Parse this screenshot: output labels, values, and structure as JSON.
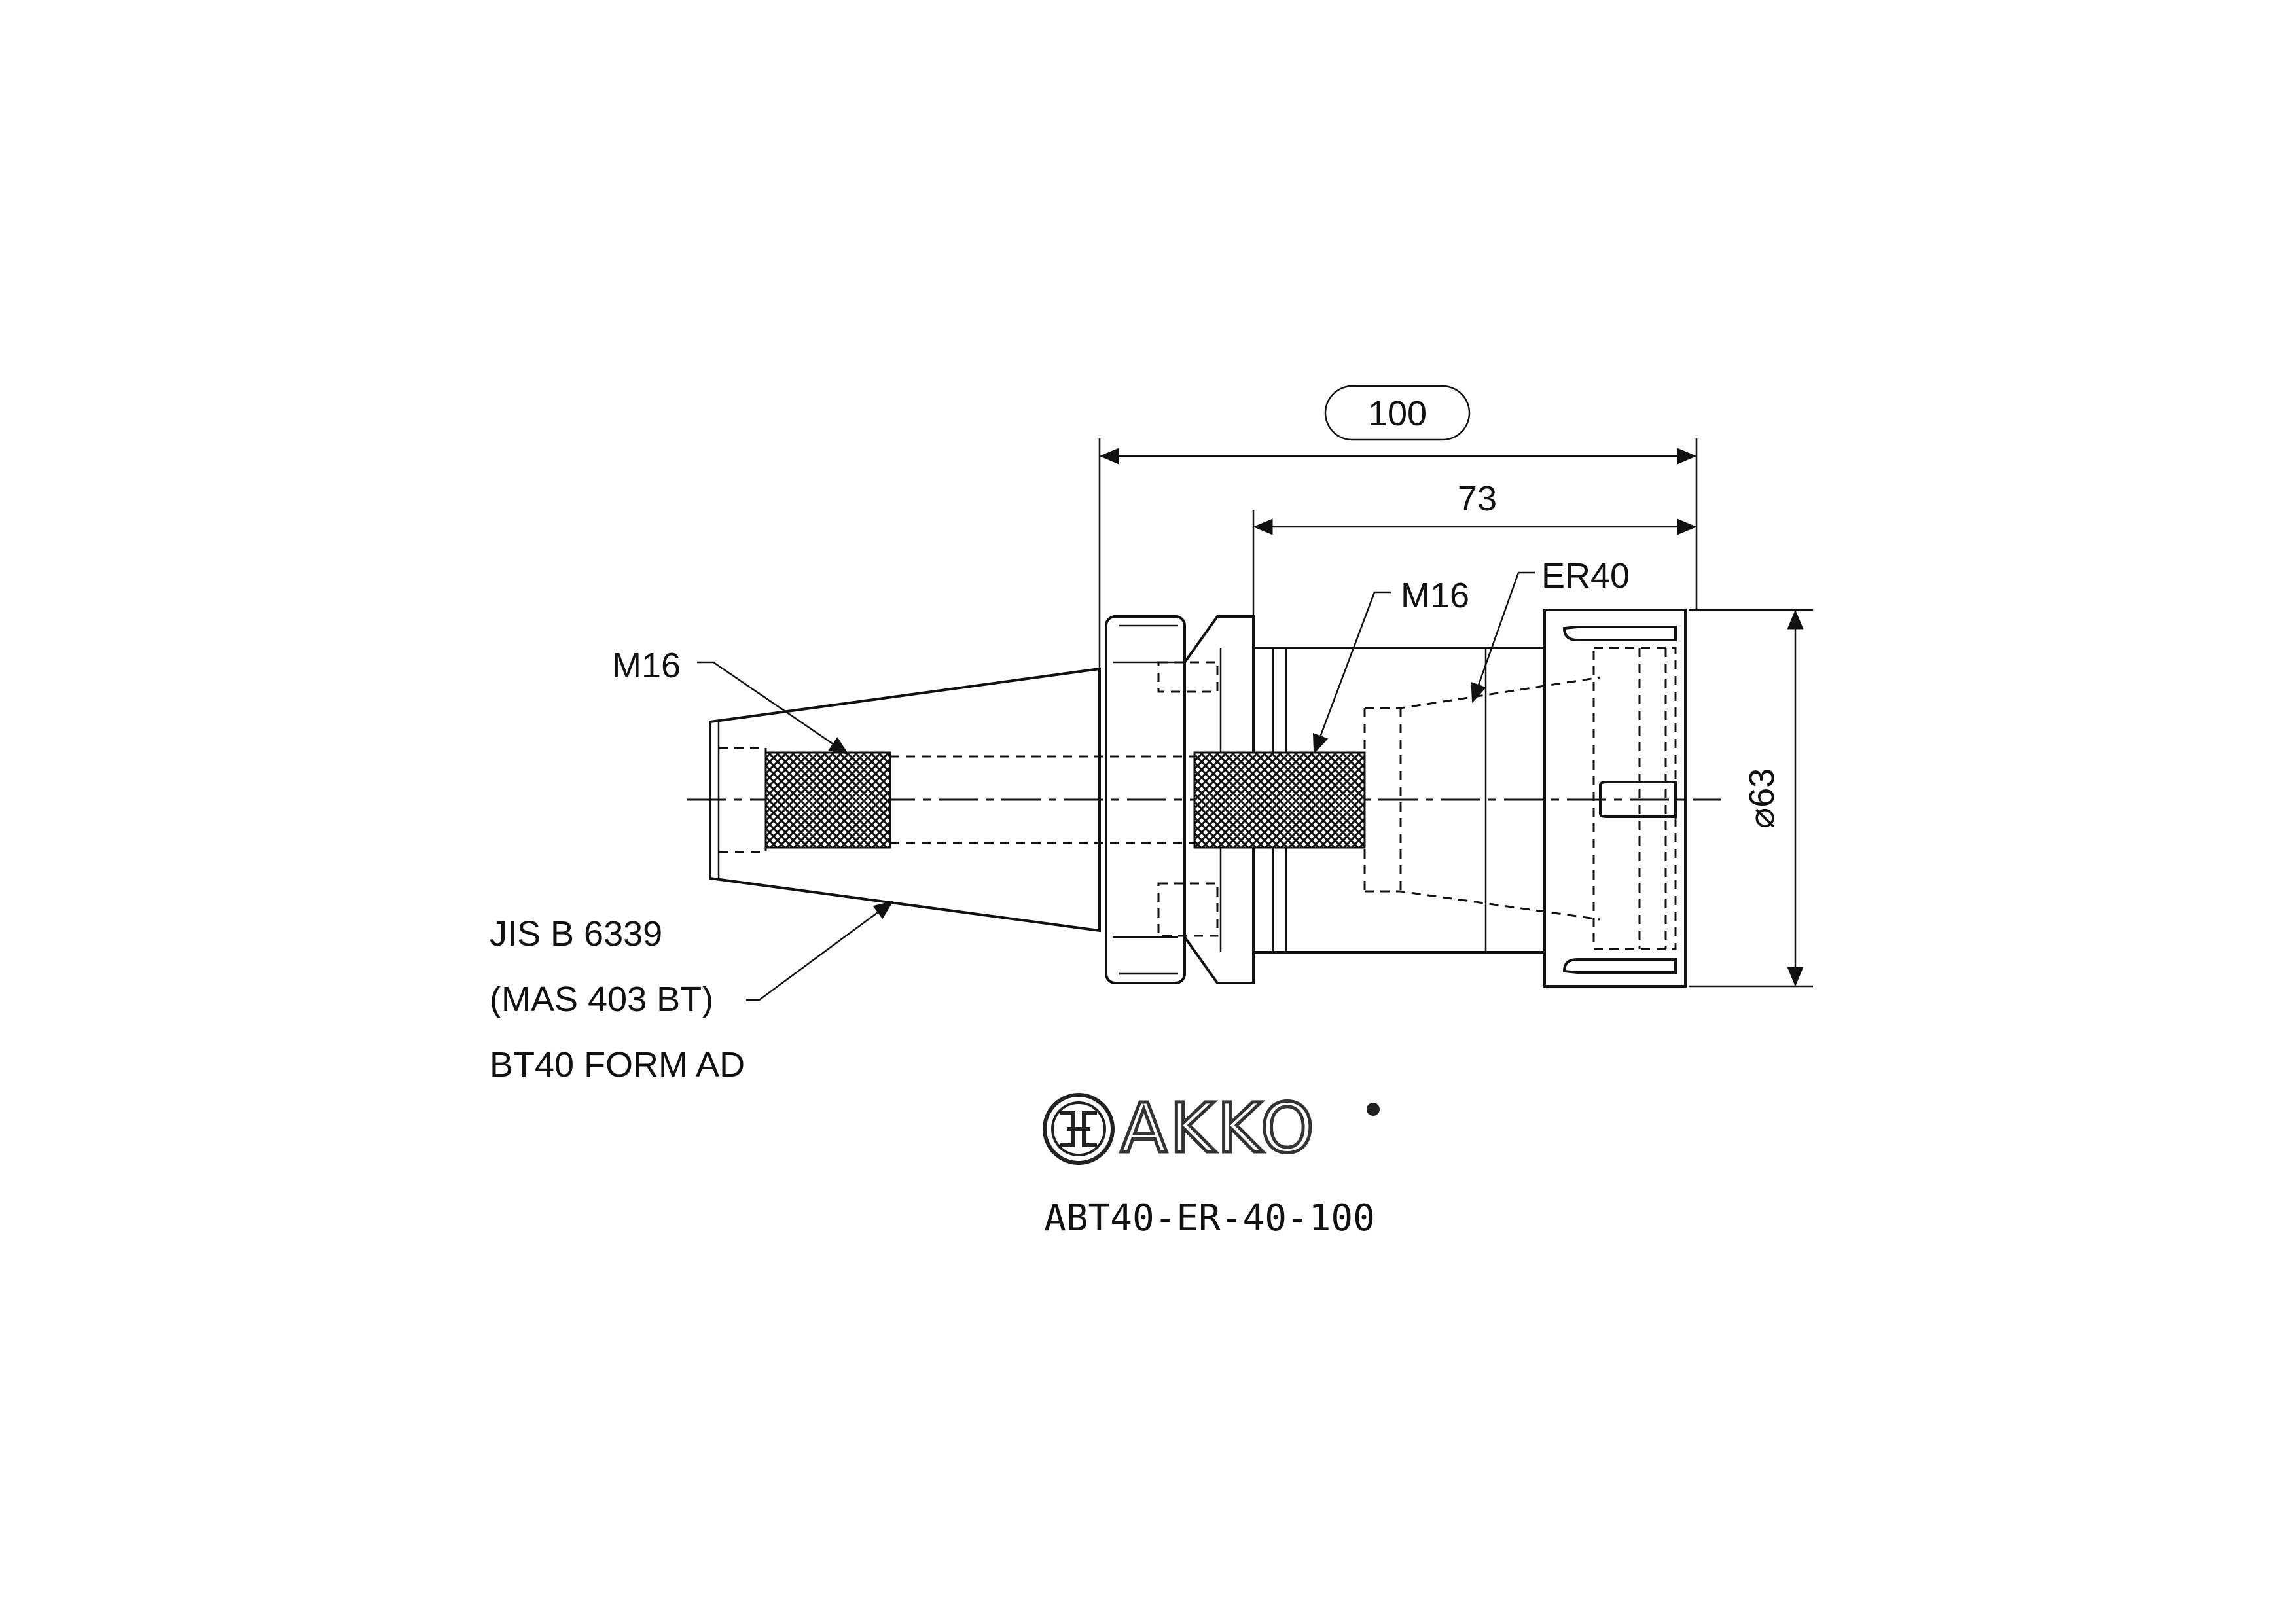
{
  "dimensions": {
    "overall_length": "100",
    "gauge_length": "73",
    "diameter": "⌀63"
  },
  "callouts": {
    "thread_left": "M16",
    "thread_right": "M16",
    "collet": "ER40"
  },
  "standard": {
    "line1": "JIS B 6339",
    "line2": "(MAS 403 BT)",
    "line3": "BT40 FORM AD"
  },
  "brand": {
    "name": "AKKO",
    "logo_icon": "akko-logo-icon",
    "registered_icon": "registered-dot-icon"
  },
  "part_number": "ABT40-ER-40-100"
}
